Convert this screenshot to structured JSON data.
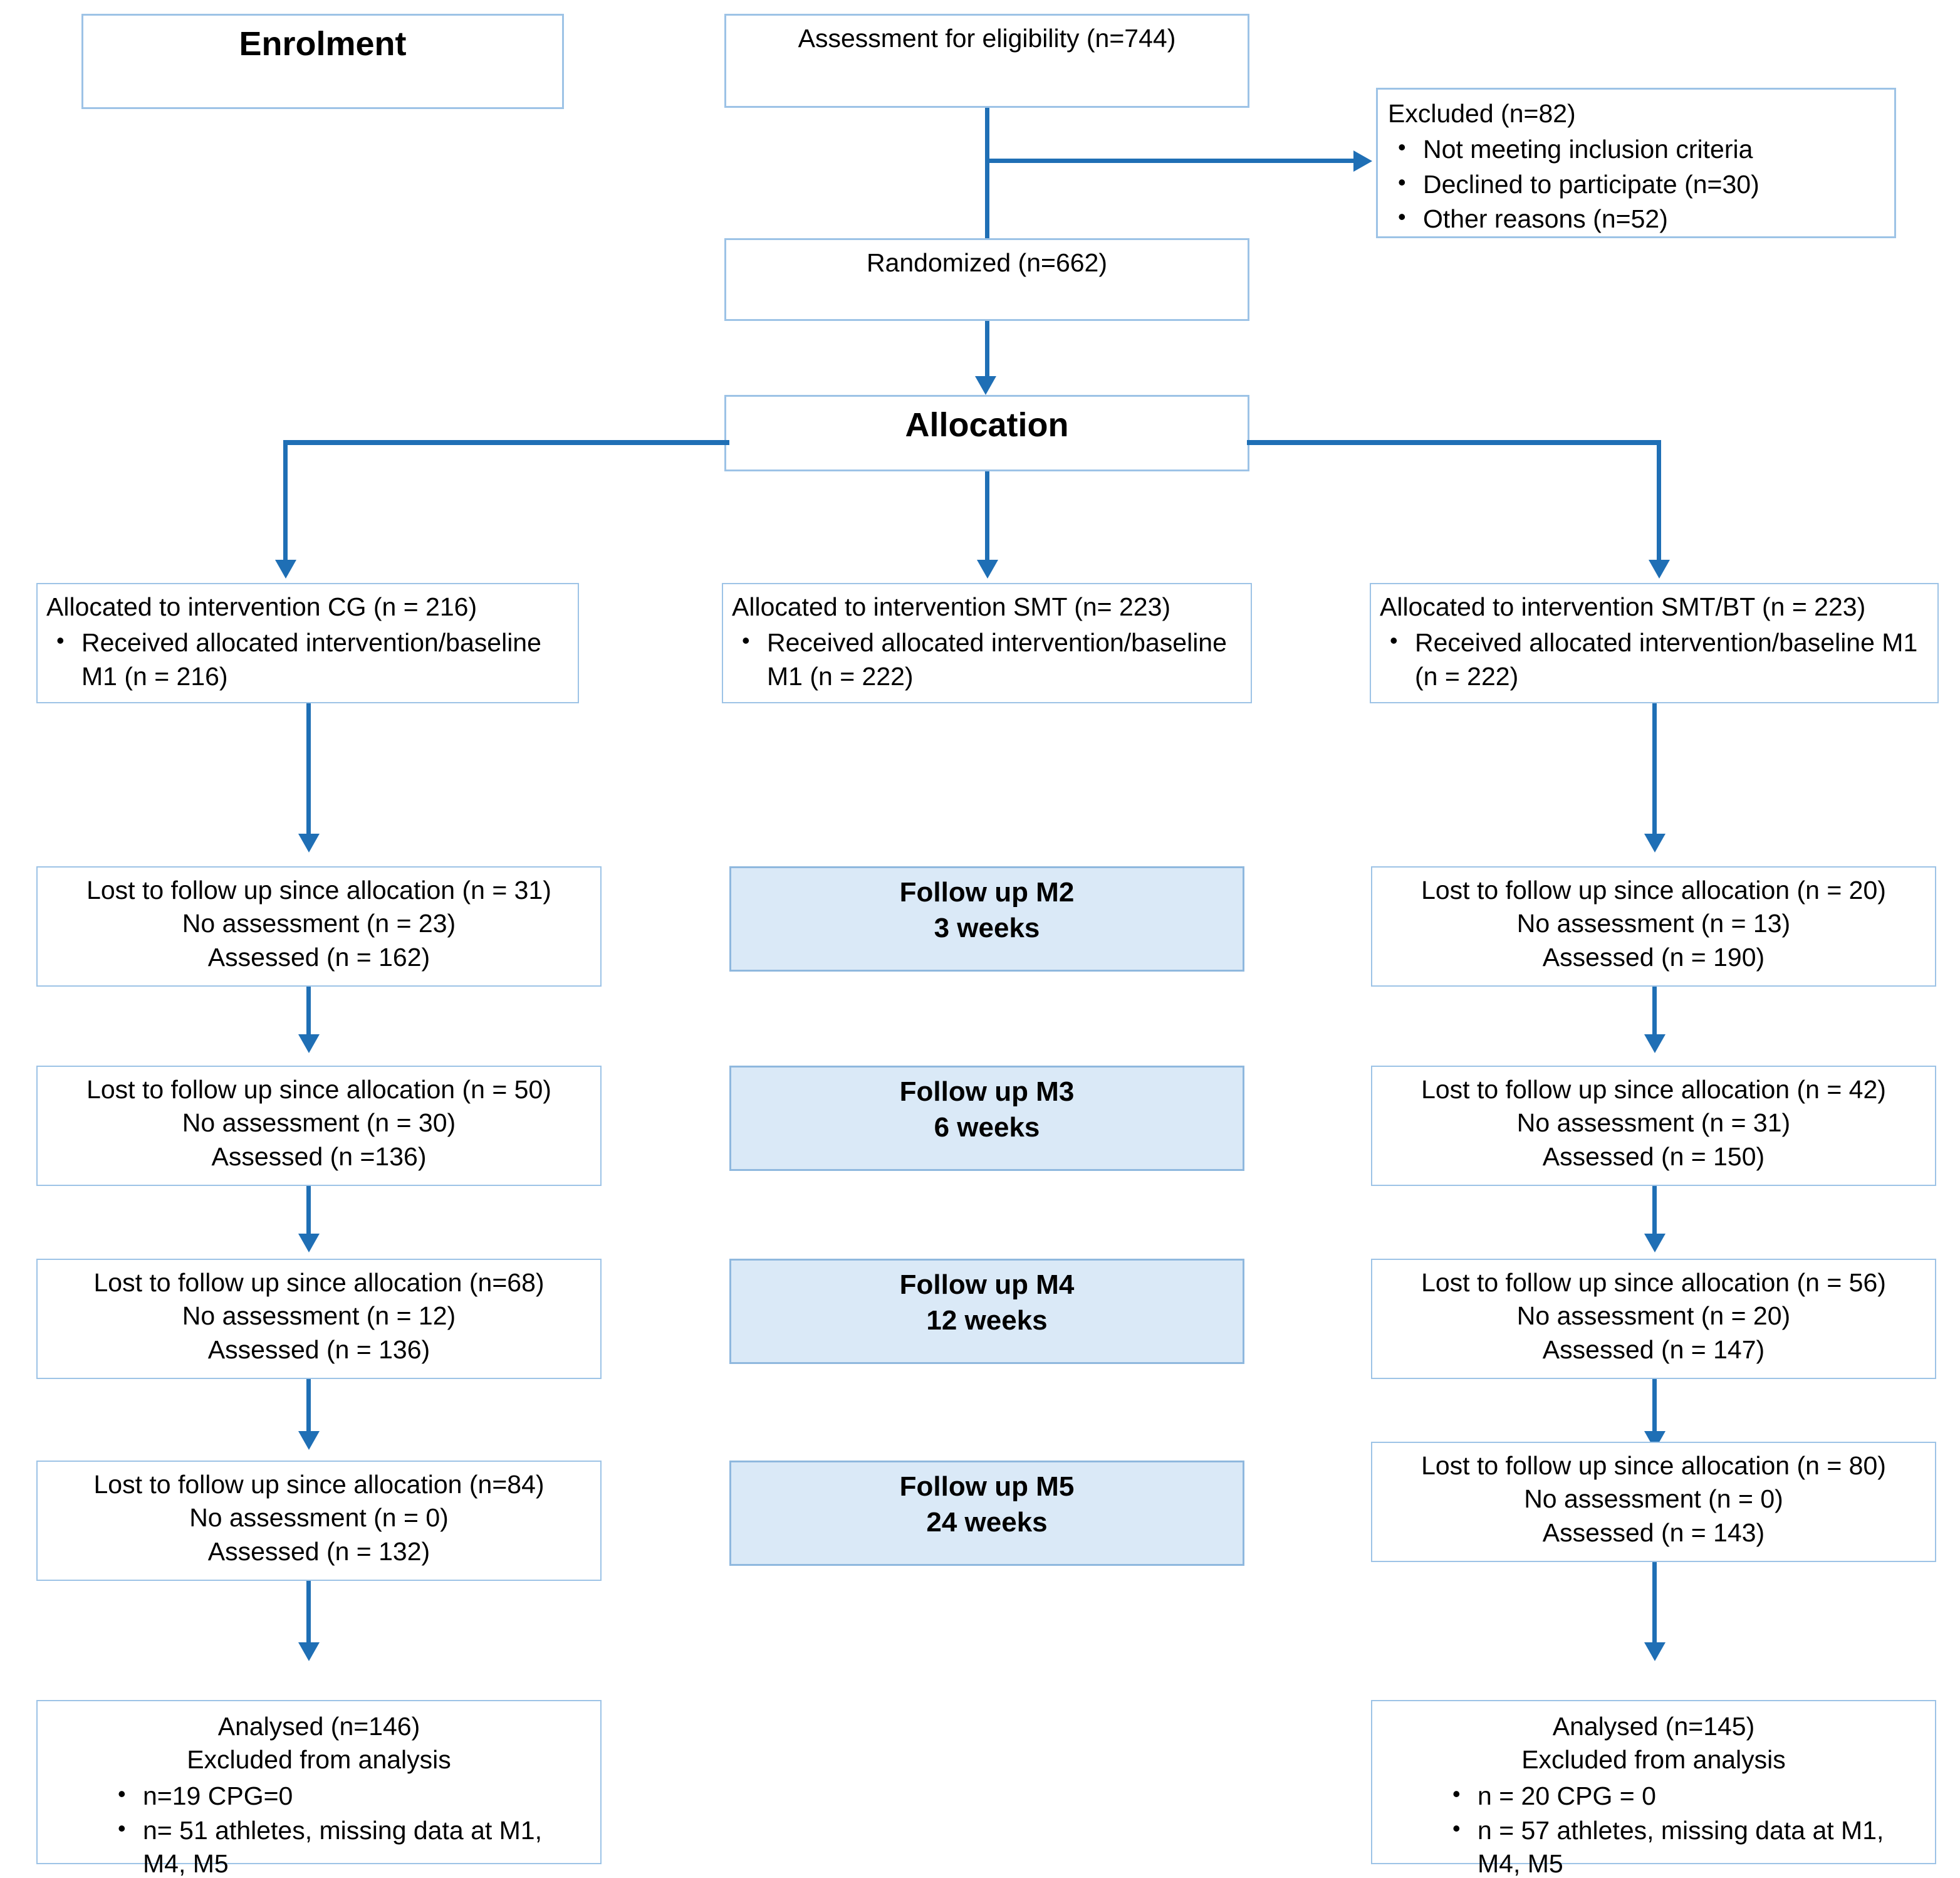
{
  "diagram": {
    "type": "consort-flow-diagram",
    "accent_color": "#1F6FB5",
    "box_border_color": "#9DC3E6",
    "followup_fill_color": "#DAE9F7"
  },
  "enrolment": {
    "stage_label": "Enrolment",
    "assessment": "Assessment for eligibility (n=744)",
    "randomized": "Randomized (n=662)",
    "excluded": {
      "heading": "Excluded (n=82)",
      "reasons": [
        "Not meeting inclusion criteria",
        "Declined to participate (n=30)",
        "Other reasons (n=52)"
      ]
    }
  },
  "allocation": {
    "stage_label": "Allocation",
    "arms": [
      {
        "heading": "Allocated to intervention CG (n = 216)",
        "bullets": [
          "Received allocated intervention/baseline M1 (n = 216)"
        ]
      },
      {
        "heading": "Allocated to intervention SMT (n= 223)",
        "bullets": [
          "Received allocated intervention/baseline M1 (n = 222)"
        ]
      },
      {
        "heading": "Allocated to intervention SMT/BT (n = 223)",
        "bullets": [
          "Received allocated intervention/baseline M1 (n = 222)"
        ]
      }
    ]
  },
  "followups": [
    {
      "label": "Follow up M2",
      "weeks": "3 weeks",
      "left": {
        "lost": "Lost to follow up since allocation (n = 31)",
        "no_assessment": "No assessment (n = 23)",
        "assessed": "Assessed (n = 162)"
      },
      "right": {
        "lost": "Lost to follow up since allocation (n = 20)",
        "no_assessment": "No assessment (n = 13)",
        "assessed": "Assessed (n = 190)"
      }
    },
    {
      "label": "Follow up M3",
      "weeks": "6 weeks",
      "left": {
        "lost": "Lost to follow up since allocation (n = 50)",
        "no_assessment": "No assessment (n = 30)",
        "assessed": "Assessed (n =136)"
      },
      "right": {
        "lost": "Lost to follow up since allocation (n = 42)",
        "no_assessment": "No assessment (n = 31)",
        "assessed": "Assessed (n = 150)"
      }
    },
    {
      "label": "Follow up M4",
      "weeks": "12 weeks",
      "left": {
        "lost": "Lost to follow up since allocation (n=68)",
        "no_assessment": "No assessment (n = 12)",
        "assessed": "Assessed (n = 136)"
      },
      "right": {
        "lost": "Lost to follow up since allocation (n = 56)",
        "no_assessment": "No assessment (n = 20)",
        "assessed": "Assessed (n = 147)"
      }
    },
    {
      "label": "Follow up M5",
      "weeks": "24 weeks",
      "left": {
        "lost": "Lost to follow up since allocation (n=84)",
        "no_assessment": "No assessment (n = 0)",
        "assessed": "Assessed (n = 132)"
      },
      "right": {
        "lost": "Lost to follow up since allocation (n = 80)",
        "no_assessment": "No assessment (n = 0)",
        "assessed": "Assessed (n = 143)"
      }
    }
  ],
  "analysis": {
    "left": {
      "analysed": "Analysed  (n=146)",
      "excluded_heading": "Excluded from analysis",
      "excluded_items": [
        "n=19 CPG=0",
        "n= 51 athletes, missing data at M1, M4, M5"
      ]
    },
    "right": {
      "analysed": "Analysed  (n=145)",
      "excluded_heading": "Excluded from analysis",
      "excluded_items": [
        "n = 20 CPG = 0",
        "n = 57 athletes, missing data at M1, M4, M5"
      ]
    }
  }
}
